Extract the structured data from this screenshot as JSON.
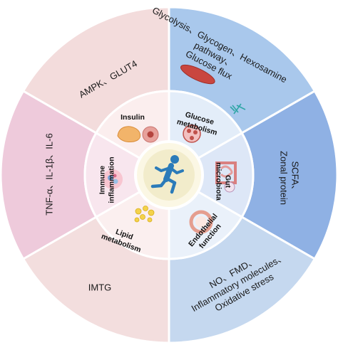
{
  "center": {
    "icon": "running-person-icon",
    "color": "#2b7bb9"
  },
  "segments": [
    {
      "id": "insulin",
      "inner_label": [
        "Insulin"
      ],
      "outer_label": [
        "AMPK、GLUT4"
      ],
      "icon": "pancreas-icon",
      "outer_color": "#f3dcdc",
      "inner_color": "#fbeeee"
    },
    {
      "id": "glucose",
      "inner_label": [
        "Glucose",
        "metabolism"
      ],
      "outer_label": [
        "Glycolysis、Glycogen、Hexosamine",
        "pathway、",
        "Glucose flux"
      ],
      "icon": "muscle-icon",
      "outer_color": "#a9c8ec",
      "inner_color": "#e3edf9"
    },
    {
      "id": "gut",
      "inner_label": [
        "Gut",
        "microbiota"
      ],
      "outer_label": [
        "SCFA、",
        "Zonal protein"
      ],
      "icon": "intestine-icon",
      "outer_color": "#8fb1e4",
      "inner_color": "#dde7f7"
    },
    {
      "id": "endothelial",
      "inner_label": [
        "Endothelial",
        "function"
      ],
      "outer_label": [
        "NO、FMD、",
        "Inflammatory molecules、",
        "Oxidative stress"
      ],
      "icon": "blood-vessel-icon",
      "outer_color": "#c5d8ef",
      "inner_color": "#eaf1fa"
    },
    {
      "id": "lipid",
      "inner_label": [
        "Lipid",
        "metabolism"
      ],
      "outer_label": [
        "IMTG"
      ],
      "icon": "lipid-droplets-icon",
      "outer_color": "#f3dede",
      "inner_color": "#fbefef"
    },
    {
      "id": "immune",
      "inner_label": [
        "Immune",
        "inflammation"
      ],
      "outer_label": [
        "TNF-α、IL-1β、IL-6"
      ],
      "icon": "immune-cells-icon",
      "outer_color": "#eecadb",
      "inner_color": "#f8e6ee"
    }
  ]
}
